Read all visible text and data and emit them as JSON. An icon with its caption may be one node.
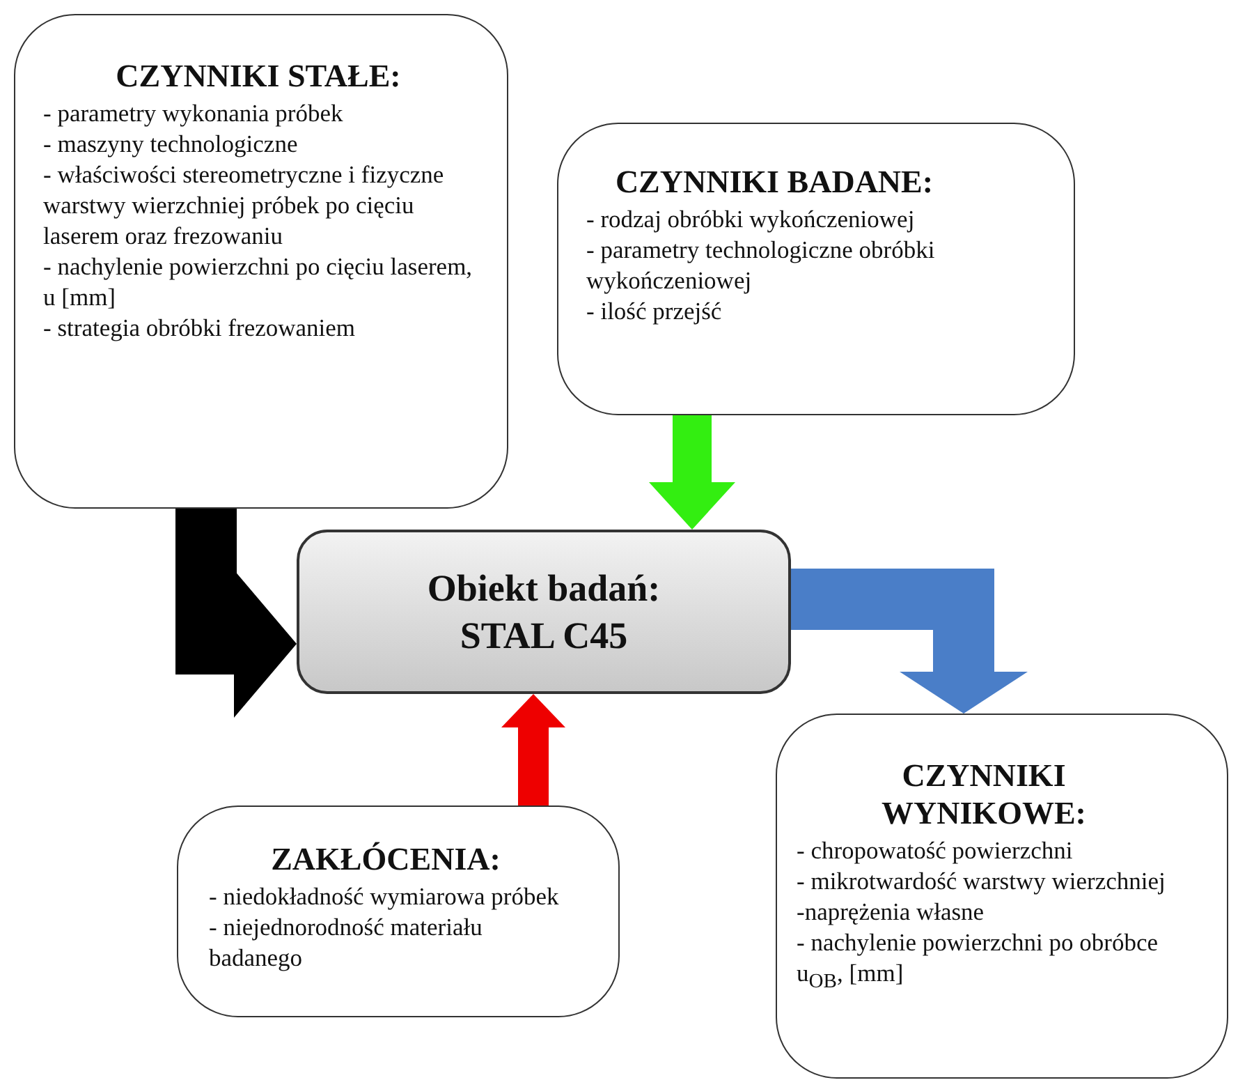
{
  "diagram": {
    "nodes": [
      {
        "text": [
          "CZYNNIKI STAŁE:",
          "- parametry wykonania próbek",
          "- maszyny technologiczne",
          "- właściwości stereometryczne i fizyczne warstwy wierzchniej próbek po cięciu laserem oraz frezowaniu",
          "- nachylenie powierzchni po cięciu laserem, u [mm]",
          "- strategia obróbki frezowaniem"
        ]
      },
      {
        "text": [
          "CZYNNIKI BADANE:",
          "- rodzaj obróbki wykończeniowej",
          "- parametry technologiczne obróbki wykończeniowej",
          "- ilość przejść"
        ]
      },
      {
        "text": [
          "Obiekt badań: STAL C45"
        ]
      },
      {
        "text": [
          "ZAKŁÓCENIA:",
          "- niedokładność wymiarowa próbek",
          "- niejednorodność materiału badanego"
        ]
      },
      {
        "text": [
          "CZYNNIKI WYNIKOWE:",
          "- chropowatość powierzchni",
          "- mikrotwardość warstwy wierzchniej",
          "-naprężenia własne",
          "- nachylenie powierzchni po obróbce u$_{OB}$, [mm]"
        ]
      }
    ],
    "edges": [
      {
        "from": 0,
        "to": 2,
        "arrow": "to",
        "color": "#000000"
      },
      {
        "from": 1,
        "to": 2,
        "arrow": "to",
        "color": "#33ee11"
      },
      {
        "from": 3,
        "to": 2,
        "arrow": "to",
        "color": "#ee0000"
      },
      {
        "from": 2,
        "to": 4,
        "arrow": "to",
        "color": "#4a7ec8"
      }
    ]
  }
}
